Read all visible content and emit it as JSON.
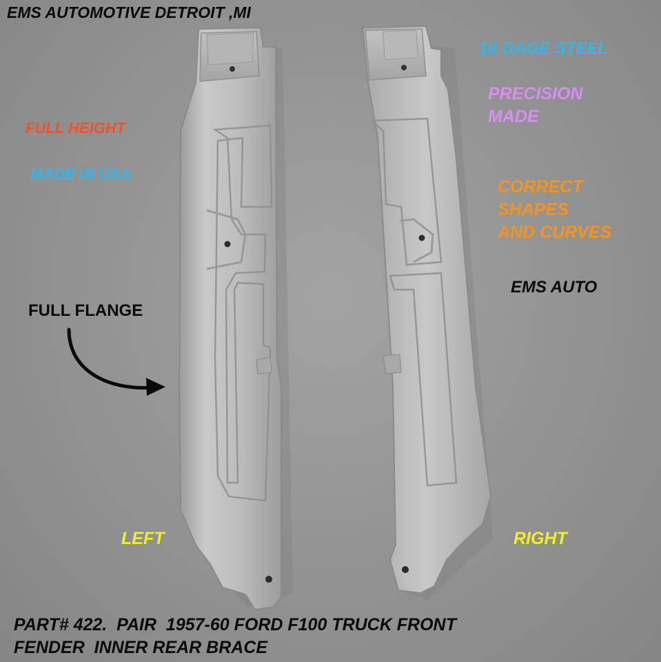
{
  "title": "EMS AUTOMOTIVE DETROIT ,MI",
  "callouts": {
    "full_height": "FULL HEIGHT",
    "made_in_usa": "MADE IN USA",
    "gage": "18 GAGE STEEL",
    "precision": "PRECISION\nMADE",
    "correct": "CORRECT\nSHAPES\nAND CURVES",
    "ems_auto": "EMS AUTO",
    "full_flange": "FULL FLANGE",
    "left": "LEFT",
    "right": "RIGHT"
  },
  "part_line1": "PART# 422.  PAIR  1957-60 FORD F100 TRUCK FRONT",
  "part_line2": "FENDER  INNER REAR BRACE",
  "colors": {
    "red": "#f0522a",
    "blue": "#33b6ec",
    "violet": "#d98df2",
    "orange": "#f4941f",
    "yellow": "#f3ee2b",
    "black": "#0a0a0a",
    "steel": "#b9b9b9"
  }
}
